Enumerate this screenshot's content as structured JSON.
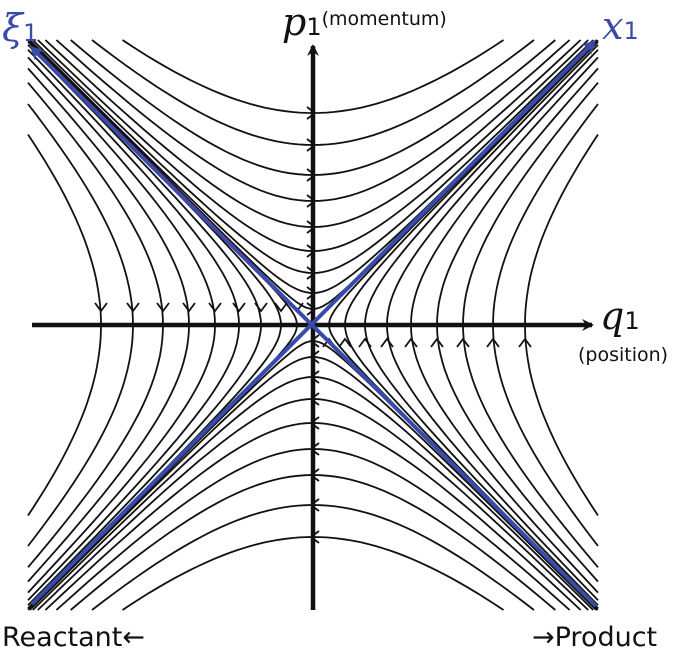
{
  "labels": {
    "p_symbol": "p",
    "p_subscript": "1",
    "p_unit": "(momentum)",
    "q_symbol": "q",
    "q_subscript": "1",
    "q_unit": "(position)",
    "x_symbol": "x",
    "x_subscript": "1",
    "xi_symbol": "ξ",
    "xi_subscript": "1",
    "reactant": "Reactant←",
    "product": "→Product"
  },
  "colors": {
    "axes": "#111111",
    "trajectories": "#111111",
    "separatrix": "#3b4aa8"
  }
}
